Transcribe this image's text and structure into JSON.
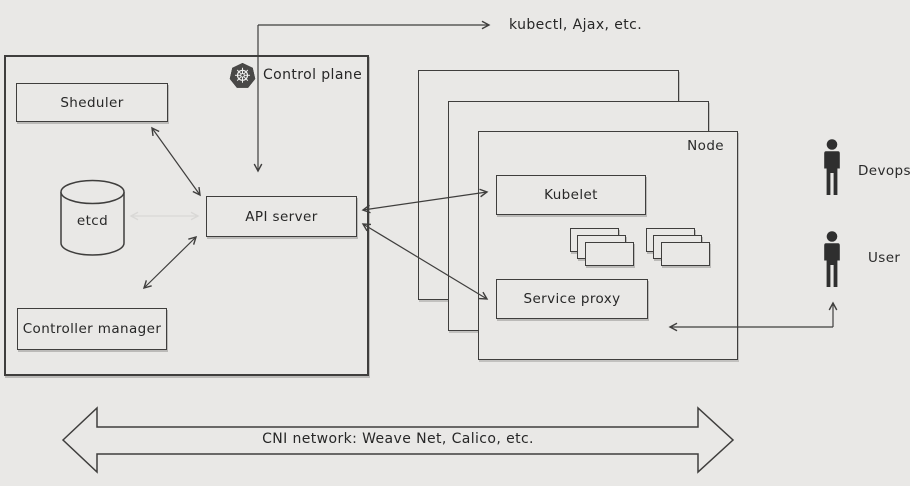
{
  "external": {
    "clients_label": "kubectl, Ajax, etc."
  },
  "control_plane": {
    "label": "Control plane",
    "scheduler_label": "Sheduler",
    "etcd_label": "etcd",
    "api_server_label": "API server",
    "controller_manager_label": "Controller manager"
  },
  "node": {
    "label": "Node",
    "kubelet_label": "Kubelet",
    "service_proxy_label": "Service proxy",
    "stacked_nodes_count": 3,
    "container_groups": 2
  },
  "actors": {
    "devops_label": "Devops",
    "user_label": "User"
  },
  "network": {
    "cni_label": "CNI network: Weave Net, Calico, etc."
  },
  "icons": {
    "kubernetes": "kubernetes-wheel",
    "devops": "person-silhouette",
    "user": "person-silhouette",
    "containers": "stacked-rectangles"
  },
  "colors": {
    "background": "#e9e8e6",
    "line": "#3f3e3d",
    "faint_line": "#d9d8d6",
    "dark_fill": "#2f2f2f",
    "shadow": "#bbbab8"
  }
}
